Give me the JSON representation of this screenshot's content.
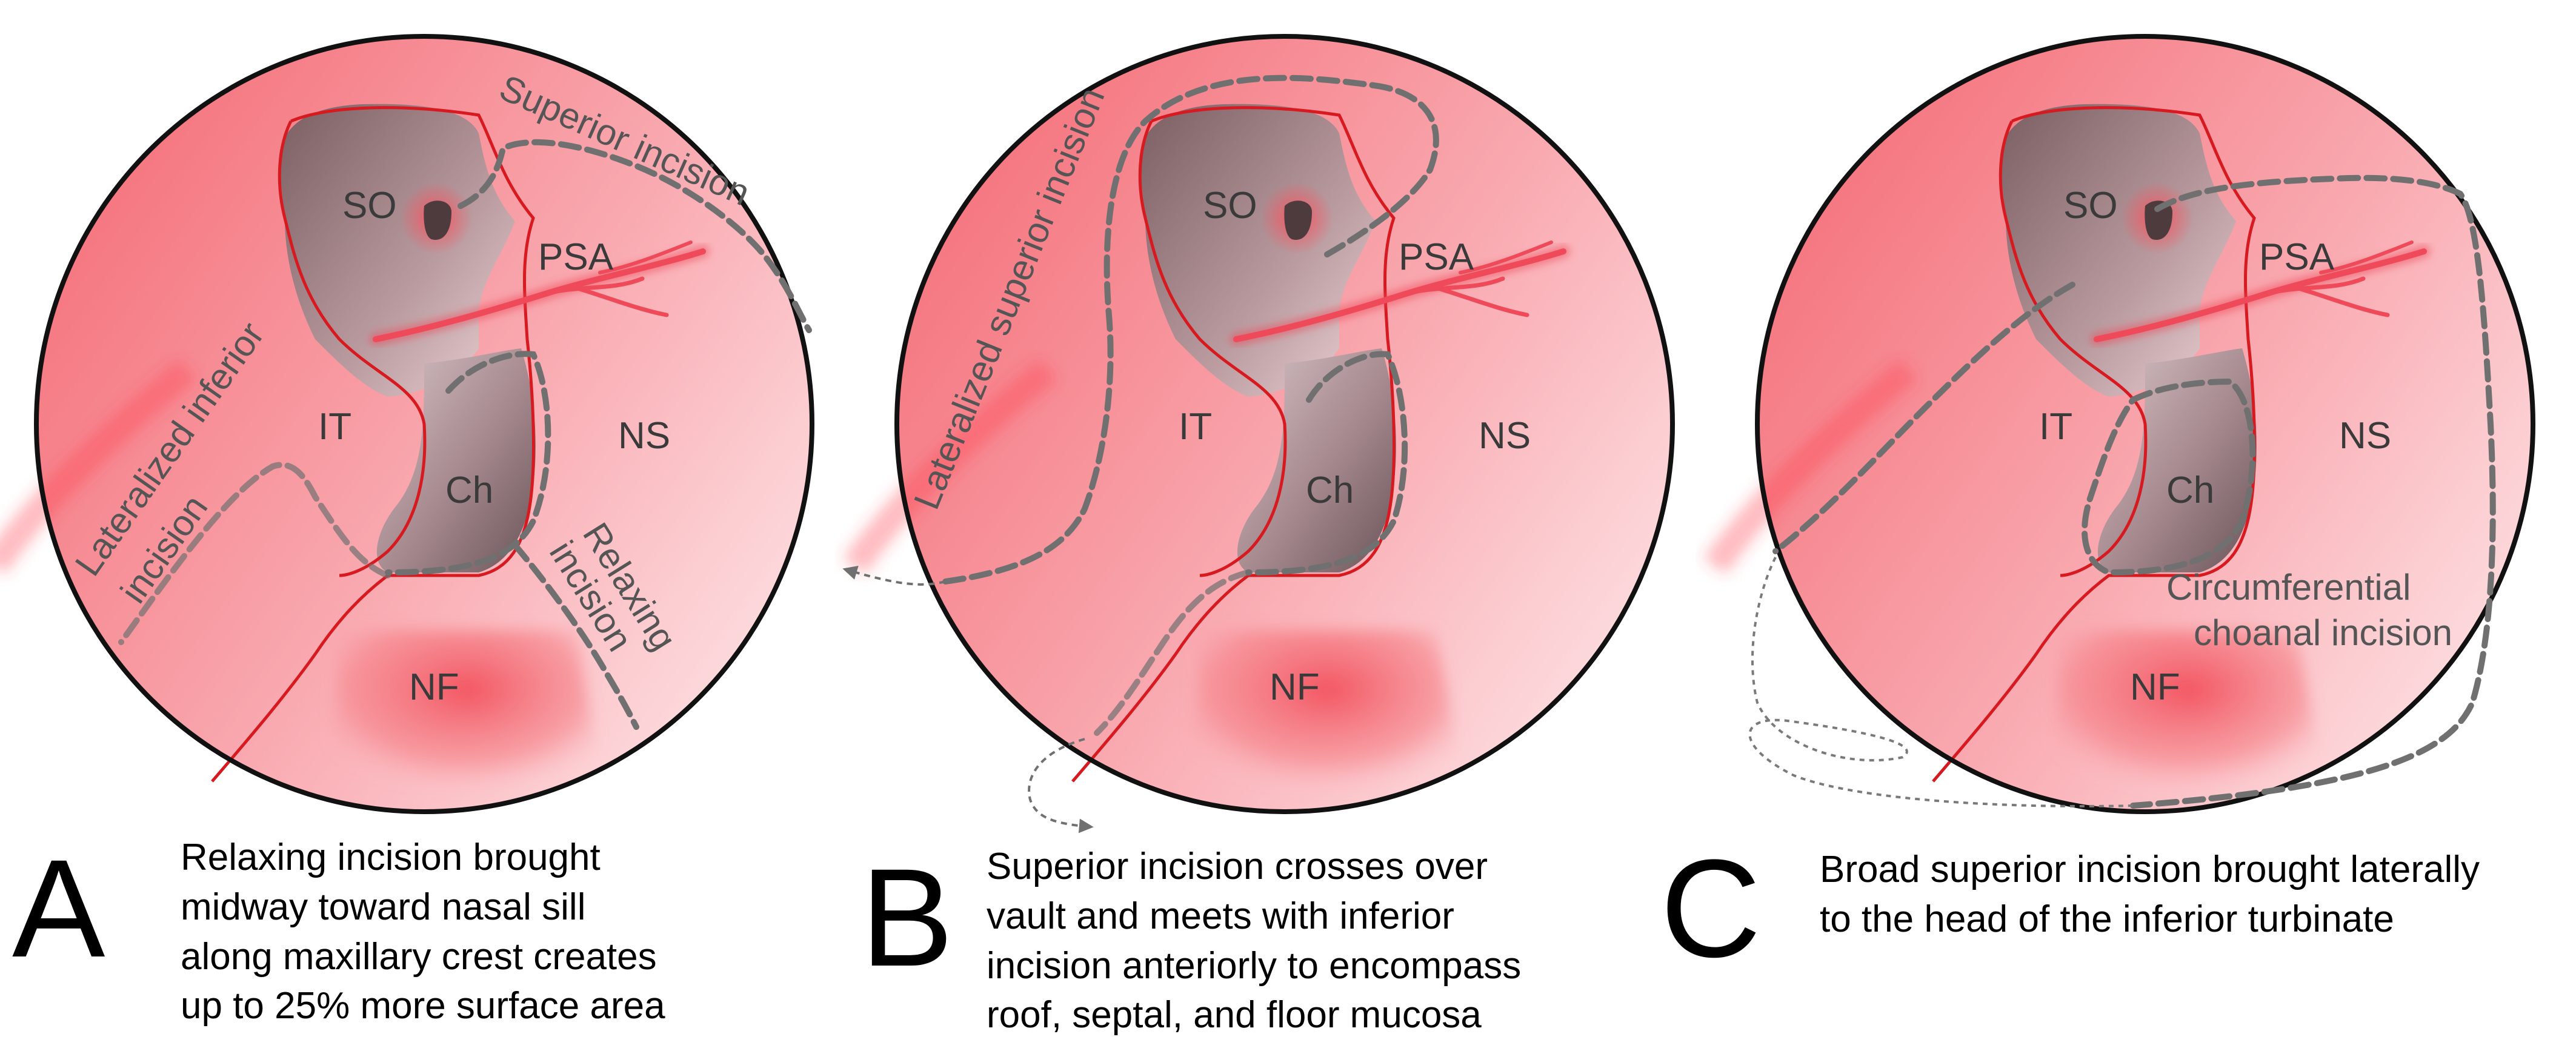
{
  "panels": [
    {
      "letter": "A",
      "caption": "Relaxing incision brought\nmidway toward nasal sill\nalong maxillary crest creates\nup to 25% more surface area",
      "structures": {
        "so": "SO",
        "psa": "PSA",
        "it": "IT",
        "ns": "NS",
        "ch": "Ch",
        "nf": "NF"
      },
      "incision_labels": {
        "superior": "Superior incision",
        "lateralized_inferior_1": "Lateralized inferior",
        "lateralized_inferior_2": "incision",
        "relaxing_1": "Relaxing",
        "relaxing_2": "incision"
      }
    },
    {
      "letter": "B",
      "caption": "Superior incision crosses over\nvault and meets with inferior\nincision anteriorly to encompass\nroof, septal, and floor mucosa",
      "structures": {
        "so": "SO",
        "psa": "PSA",
        "it": "IT",
        "ns": "NS",
        "ch": "Ch",
        "nf": "NF"
      },
      "incision_labels": {
        "lateralized_superior": "Lateralized superior incision"
      }
    },
    {
      "letter": "C",
      "caption": "Broad superior incision brought laterally\nto the head of the inferior turbinate",
      "structures": {
        "so": "SO",
        "psa": "PSA",
        "it": "IT",
        "ns": "NS",
        "ch": "Ch",
        "nf": "NF"
      },
      "incision_labels": {
        "circumferential_1": "Circumferential",
        "circumferential_2": "choanal incision"
      }
    }
  ],
  "colors": {
    "mucosa_light": "#fde2e4",
    "mucosa_dark": "#f57c84",
    "vessel": "#ee4a5a",
    "outline": "#d71920",
    "incision": "#707070",
    "opening": "#8a7a7a"
  }
}
